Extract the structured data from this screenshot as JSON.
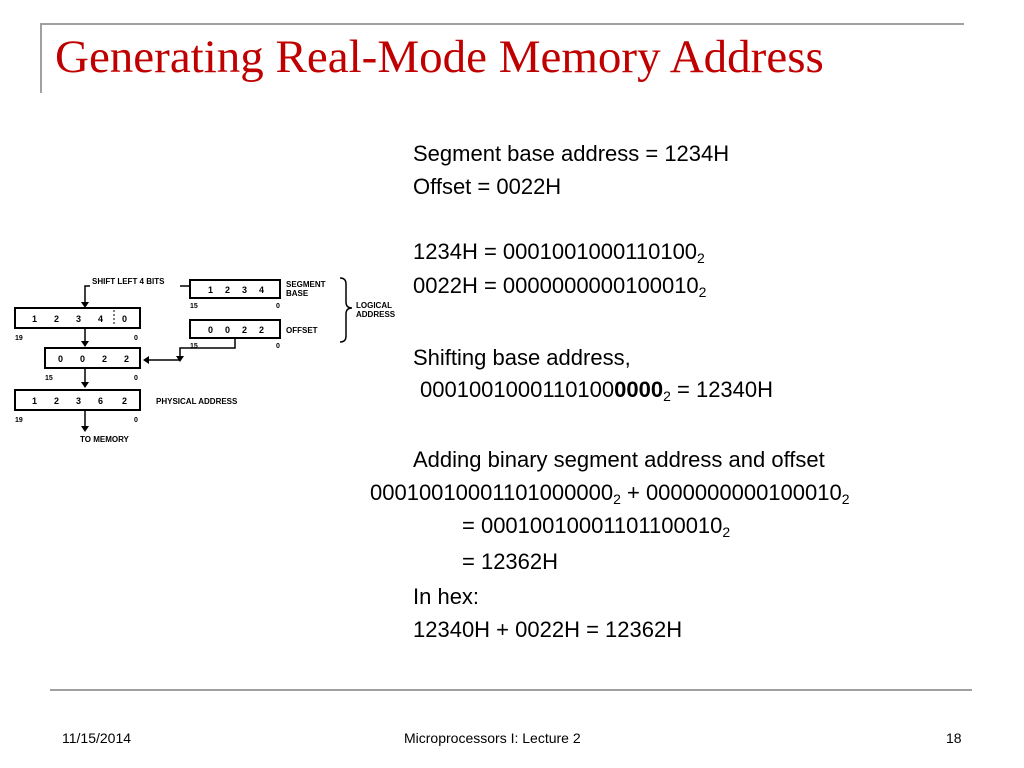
{
  "slide": {
    "title": "Generating Real-Mode Memory Address"
  },
  "content": {
    "line1": "Segment base address =  1234H",
    "line2": "Offset  = 0022H",
    "line3_main": "1234H = 0001001000110100",
    "line3_sub": "2",
    "line4_main": "0022H = 0000000000100010",
    "line4_sub": "2",
    "line5": "Shifting base address,",
    "line6_main": "0001001000110100",
    "line6_bold": "0000",
    "line6_sub": "2",
    "line6_tail": " = 12340H",
    "line7": "Adding binary segment address and offset",
    "line8_a": "00010010001101000000",
    "line8_a_sub": "2",
    "line8_plus": " + 0000000000100010",
    "line8_b_sub": "2",
    "line9_main": "= 00010010001101100010",
    "line9_sub": "2",
    "line10": "= 12362H",
    "line11": "In hex:",
    "line12": "12340H + 0022H = 12362H"
  },
  "diagram": {
    "shift_label": "SHIFT LEFT 4 BITS",
    "segment_base_label_1": "SEGMENT",
    "segment_base_label_2": "BASE",
    "offset_label": "OFFSET",
    "logical_label_1": "LOGICAL",
    "logical_label_2": "ADDRESS",
    "physical_label": "PHYSICAL ADDRESS",
    "to_memory_label": "TO MEMORY",
    "segment_digits": [
      "1",
      "2",
      "3",
      "4"
    ],
    "offset_digits": [
      "0",
      "0",
      "2",
      "2"
    ],
    "shifted_digits": [
      "1",
      "2",
      "3",
      "4",
      "0"
    ],
    "added_offset_digits": [
      "0",
      "0",
      "2",
      "2"
    ],
    "physical_digits": [
      "1",
      "2",
      "3",
      "6",
      "2"
    ],
    "bit15": "15",
    "bit19": "19",
    "bit0": "0"
  },
  "footer": {
    "date": "11/15/2014",
    "course": "Microprocessors I:  Lecture 2",
    "page": "18"
  }
}
